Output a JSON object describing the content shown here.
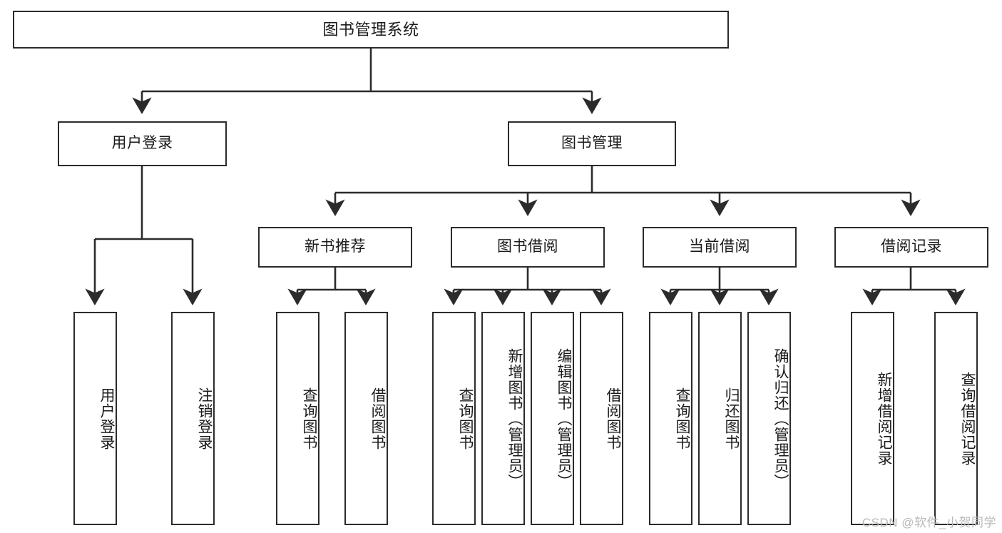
{
  "diagram": {
    "title": "图书管理系统",
    "type": "tree",
    "watermark": "CSDN @软件_小贺同学",
    "colors": {
      "box_border": "#2b2b2b",
      "box_fill": "#ffffff",
      "edge": "#2b2b2b",
      "text": "#1a1a1a",
      "watermark": "#b9b9b9"
    },
    "root": {
      "label": "图书管理系统"
    },
    "level2": [
      {
        "id": "user_login",
        "label": "用户登录"
      },
      {
        "id": "book_manage",
        "label": "图书管理"
      }
    ],
    "level3": [
      {
        "id": "new_book_rec",
        "label": "新书推荐",
        "parent": "book_manage"
      },
      {
        "id": "book_borrow",
        "label": "图书借阅",
        "parent": "book_manage"
      },
      {
        "id": "current_borrow",
        "label": "当前借阅",
        "parent": "book_manage"
      },
      {
        "id": "borrow_record",
        "label": "借阅记录",
        "parent": "book_manage"
      }
    ],
    "leaves": [
      {
        "id": "leaf_user_login",
        "label": "用户登录",
        "parent": "user_login"
      },
      {
        "id": "leaf_logout",
        "label": "注销登录",
        "parent": "user_login"
      },
      {
        "id": "leaf_query_book_1",
        "label": "查询图书",
        "parent": "new_book_rec"
      },
      {
        "id": "leaf_borrow_book_1",
        "label": "借阅图书",
        "parent": "new_book_rec"
      },
      {
        "id": "leaf_query_book_2",
        "label": "查询图书",
        "parent": "book_borrow"
      },
      {
        "id": "leaf_add_book",
        "label": "新增图书（管理员）",
        "parent": "book_borrow"
      },
      {
        "id": "leaf_edit_book",
        "label": "编辑图书（管理员）",
        "parent": "book_borrow"
      },
      {
        "id": "leaf_borrow_book_2",
        "label": "借阅图书",
        "parent": "book_borrow"
      },
      {
        "id": "leaf_query_book_3",
        "label": "查询图书",
        "parent": "current_borrow"
      },
      {
        "id": "leaf_return_book",
        "label": "归还图书",
        "parent": "current_borrow"
      },
      {
        "id": "leaf_confirm_return",
        "label": "确认归还（管理员）",
        "parent": "current_borrow"
      },
      {
        "id": "leaf_add_record",
        "label": "新增借阅记录",
        "parent": "borrow_record"
      },
      {
        "id": "leaf_query_record",
        "label": "查询借阅记录",
        "parent": "borrow_record"
      }
    ]
  }
}
